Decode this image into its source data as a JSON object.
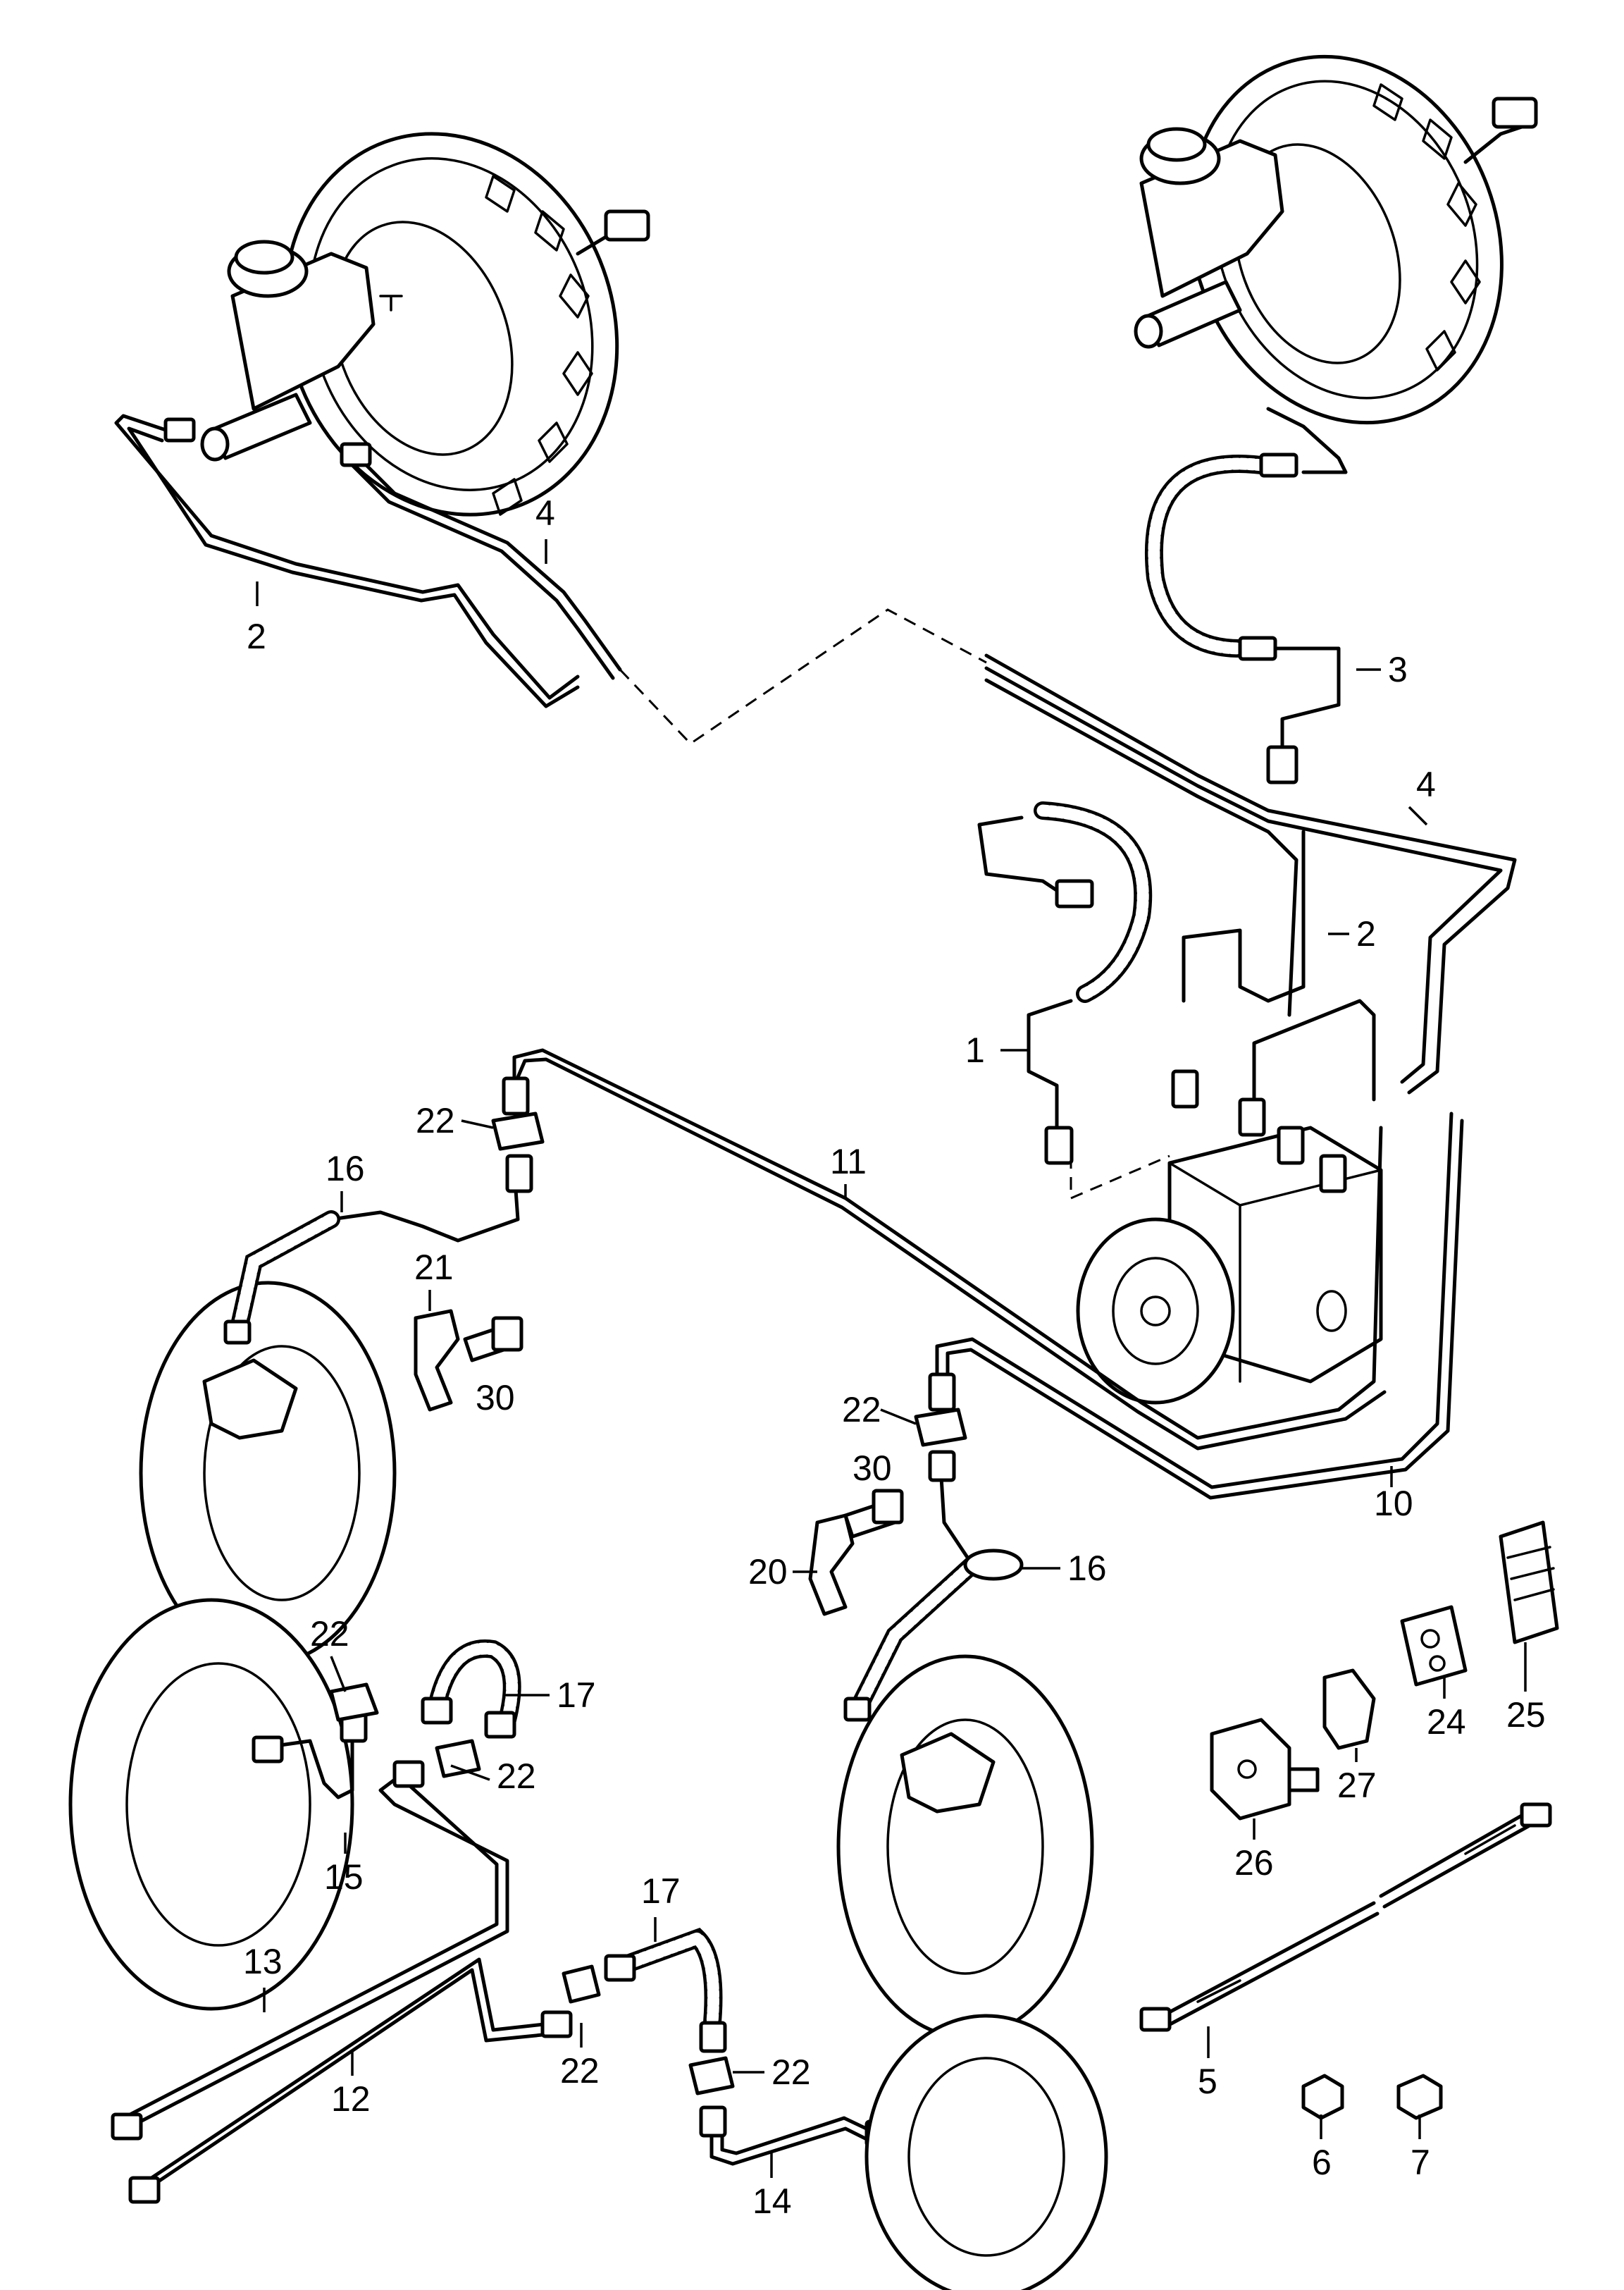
{
  "diagram": {
    "callouts": [
      {
        "id": "c-1",
        "label": "1"
      },
      {
        "id": "c-2a",
        "label": "2"
      },
      {
        "id": "c-2b",
        "label": "2"
      },
      {
        "id": "c-3",
        "label": "3"
      },
      {
        "id": "c-4a",
        "label": "4"
      },
      {
        "id": "c-4b",
        "label": "4"
      },
      {
        "id": "c-5",
        "label": "5"
      },
      {
        "id": "c-6",
        "label": "6"
      },
      {
        "id": "c-7",
        "label": "7"
      },
      {
        "id": "c-10",
        "label": "10"
      },
      {
        "id": "c-11",
        "label": "11"
      },
      {
        "id": "c-12",
        "label": "12"
      },
      {
        "id": "c-13",
        "label": "13"
      },
      {
        "id": "c-14",
        "label": "14"
      },
      {
        "id": "c-15",
        "label": "15"
      },
      {
        "id": "c-16a",
        "label": "16"
      },
      {
        "id": "c-16b",
        "label": "16"
      },
      {
        "id": "c-17a",
        "label": "17"
      },
      {
        "id": "c-17b",
        "label": "17"
      },
      {
        "id": "c-20",
        "label": "20"
      },
      {
        "id": "c-21",
        "label": "21"
      },
      {
        "id": "c-22a",
        "label": "22"
      },
      {
        "id": "c-22b",
        "label": "22"
      },
      {
        "id": "c-22c",
        "label": "22"
      },
      {
        "id": "c-22d",
        "label": "22"
      },
      {
        "id": "c-22e",
        "label": "22"
      },
      {
        "id": "c-22f",
        "label": "22"
      },
      {
        "id": "c-24",
        "label": "24"
      },
      {
        "id": "c-25",
        "label": "25"
      },
      {
        "id": "c-26",
        "label": "26"
      },
      {
        "id": "c-27",
        "label": "27"
      },
      {
        "id": "c-30a",
        "label": "30"
      },
      {
        "id": "c-30b",
        "label": "30"
      }
    ]
  }
}
